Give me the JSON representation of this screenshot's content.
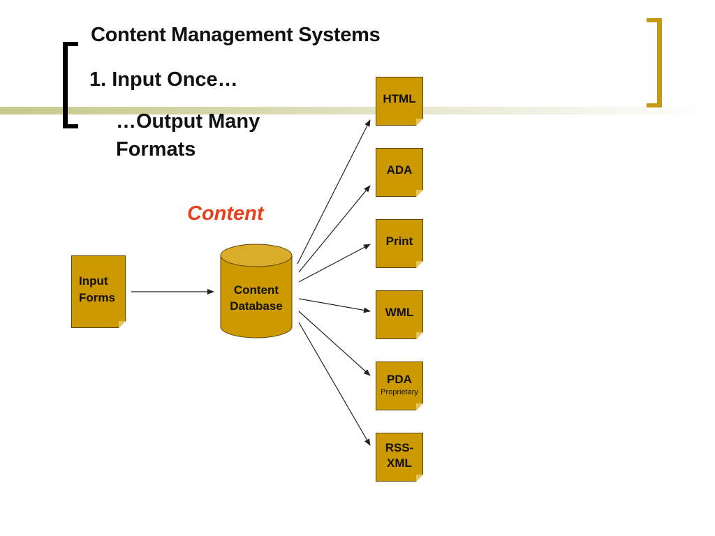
{
  "slide": {
    "title": "Content Management Systems",
    "point1": "1. Input Once…",
    "point2": "…Output Many Formats",
    "content_label": "Content"
  },
  "diagram": {
    "input": {
      "label": "Input\nForms"
    },
    "database": {
      "label": "Content\nDatabase"
    },
    "outputs": [
      {
        "label": "HTML",
        "sub": ""
      },
      {
        "label": "ADA",
        "sub": ""
      },
      {
        "label": "Print",
        "sub": ""
      },
      {
        "label": "WML",
        "sub": ""
      },
      {
        "label": "PDA",
        "sub": "Proprietary"
      },
      {
        "label": "RSS-\nXML",
        "sub": ""
      }
    ]
  },
  "colors": {
    "doc_fill": "#cc9900",
    "accent_red": "#e8401c",
    "bracket_gold": "#c79a16"
  }
}
